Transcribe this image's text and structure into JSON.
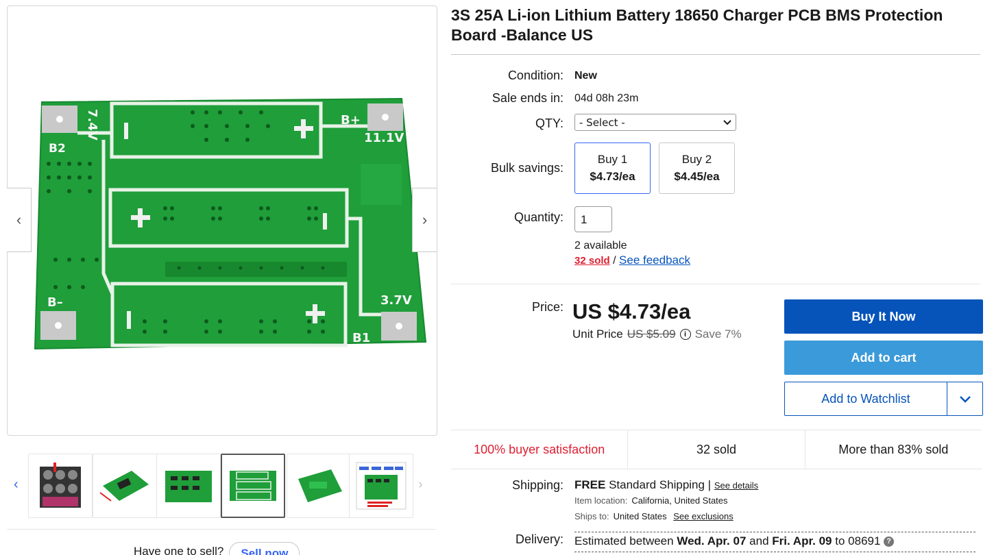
{
  "gallery": {
    "prev_arrow": "‹",
    "next_arrow": "›",
    "pcb_labels": [
      "7.4V",
      "B+",
      "11.1V",
      "B2",
      "B–",
      "3.7V",
      "B1",
      "+",
      "+",
      "+"
    ],
    "thumb_left": "‹",
    "thumb_right": "›",
    "selected_thumb_index": 3
  },
  "sell": {
    "prefix": "Have one to sell?",
    "button": "Sell now"
  },
  "product": {
    "title": "3S 25A Li-ion Lithium Battery 18650 Charger PCB BMS Protection Board -Balance US"
  },
  "details": {
    "condition_label": "Condition:",
    "condition_value": "New",
    "sale_ends_label": "Sale ends in:",
    "sale_ends_value": "04d 08h 23m",
    "qty_label": "QTY:",
    "qty_select_value": "- Select -",
    "bulk_label": "Bulk savings:",
    "bulk_options": [
      {
        "title": "Buy 1",
        "price": "$4.73/ea"
      },
      {
        "title": "Buy 2",
        "price": "$4.45/ea"
      }
    ],
    "quantity_label": "Quantity:",
    "quantity_value": "1",
    "available": "2 available",
    "sold_link": "32 sold",
    "sold_sep": " / ",
    "feedback_link": "See feedback"
  },
  "price": {
    "label": "Price:",
    "main": "US $4.73/ea",
    "unit_prefix": "Unit Price",
    "was": "US $5.09",
    "info_icon": "i",
    "save": "Save 7%"
  },
  "actions": {
    "buy_now": "Buy It Now",
    "add_to_cart": "Add to cart",
    "add_to_watchlist": "Add to Watchlist"
  },
  "stats": {
    "satisfaction": "100% buyer satisfaction",
    "sold": "32 sold",
    "more_sold": "More than 83% sold"
  },
  "shipping": {
    "label": "Shipping:",
    "free": "FREE",
    "method": "Standard Shipping |",
    "details_link": "See details",
    "location_label": "Item location:",
    "location_value": "California, United States",
    "ships_to_label": "Ships to:",
    "ships_to_value": "United States",
    "exclusions_link": "See exclusions"
  },
  "delivery": {
    "label": "Delivery:",
    "prefix": "Estimated between",
    "date1": "Wed. Apr. 07",
    "and": "and",
    "date2": "Fri. Apr. 09",
    "to": "to",
    "zip": "08691",
    "help_icon": "?"
  },
  "colors": {
    "primary_blue": "#0654ba",
    "cart_blue": "#3b9ad9",
    "link_blue": "#3665f3",
    "alert_red": "#dd1e31",
    "pcb_green": "#1f9e3a"
  }
}
